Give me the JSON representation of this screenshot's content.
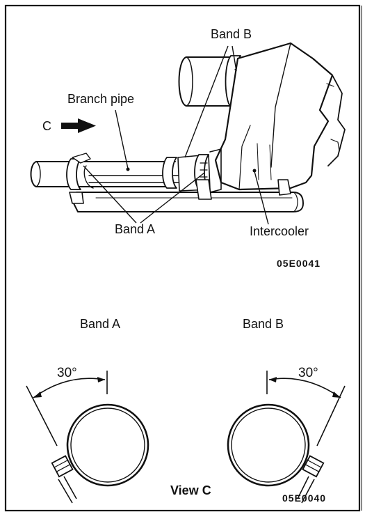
{
  "top_figure": {
    "labels": {
      "band_b": "Band B",
      "branch_pipe": "Branch pipe",
      "c": "C",
      "band_a": "Band A",
      "intercooler": "Intercooler"
    },
    "figure_code": "05E0041"
  },
  "bottom_figure": {
    "band_a_title": "Band A",
    "band_b_title": "Band B",
    "angle_left": "30°",
    "angle_right": "30°",
    "view_title": "View C",
    "figure_code": "05E0040"
  }
}
